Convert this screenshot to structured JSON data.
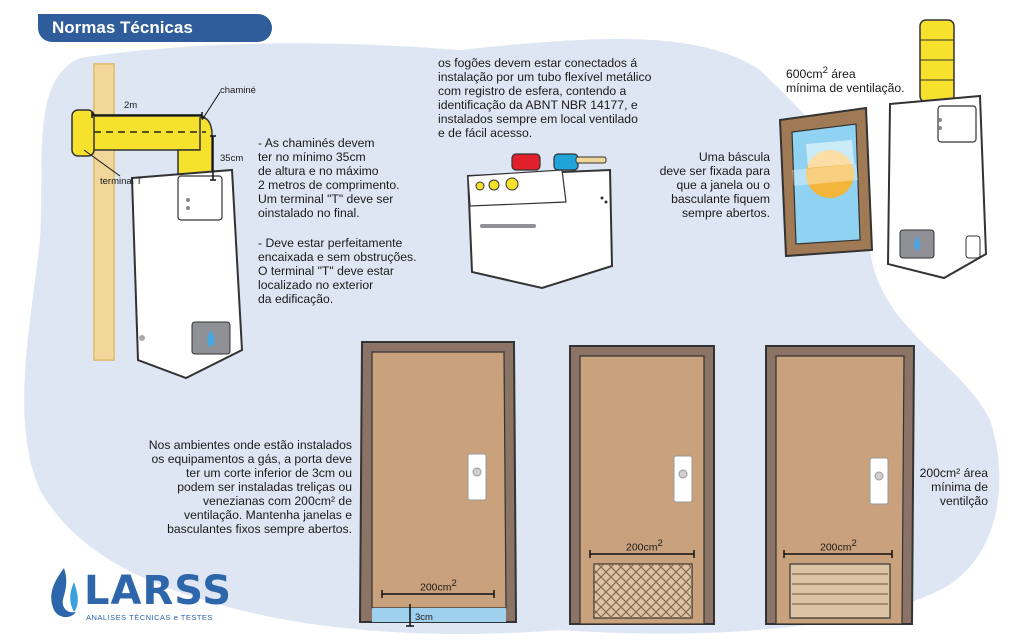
{
  "header": {
    "title": "Normas Técnicas"
  },
  "chimney": {
    "label_chimney": "chaminé",
    "label_width": "2m",
    "label_height": "35cm",
    "label_terminal": "terminal T",
    "rules_1": [
      "- As chaminés devem",
      "ter no mínimo 35cm",
      "de altura e no máximo",
      "2 metros de comprimento.",
      "Um terminal \"T\" deve ser",
      "oinstalado no final."
    ],
    "rules_2": [
      "- Deve estar perfeitamente",
      "encaixada e sem obstruções.",
      "O terminal \"T\" deve estar",
      "localizado no exterior",
      "da edificação."
    ]
  },
  "stove": {
    "text": [
      "os fogões devem estar conectados á",
      "instalação por um tubo flexível metálico",
      "com registro de esfera, contendo a",
      "identificação da ABNT NBR 14177, e",
      "instalados sempre em local ventilado",
      "e de fácil acesso."
    ]
  },
  "window": {
    "area_line1": "600cm",
    "area_sup": "2",
    "area_tail": " área",
    "area_line2": "mínima de ventilação.",
    "note": [
      "Uma báscula",
      "deve ser fixada para",
      "que a janela ou o",
      "basculante fiquem",
      "sempre abertos."
    ]
  },
  "doors": {
    "text": [
      "Nos ambientes onde estão instalados",
      "os equipamentos a gás, a porta deve",
      "ter um corte inferior de 3cm ou",
      "podem ser instaladas treliças ou",
      "venezianas com 200cm² de",
      "ventilação. Mantenha janelas e",
      "basculantes fixos sempre abertos."
    ],
    "door1_area": "200cm",
    "door1_sup": "2",
    "door1_gap": "3cm",
    "door2_area": "200cm",
    "door2_sup": "2",
    "door3_area": "200cm",
    "door3_sup": "2",
    "right_note": [
      "200cm² área",
      "mínima de",
      "ventilção"
    ]
  },
  "logo": {
    "name": "LARSS",
    "tagline": "ANALISES TÉCNICAS e TESTES"
  },
  "colors": {
    "brand_blue": "#2e66ab",
    "header_blue": "#2f5c9a",
    "blob": "#dde6f2",
    "pipe_yellow": "#f4e02a",
    "door_brown": "#c9a17d",
    "vent_blue": "#9fd0ee"
  }
}
